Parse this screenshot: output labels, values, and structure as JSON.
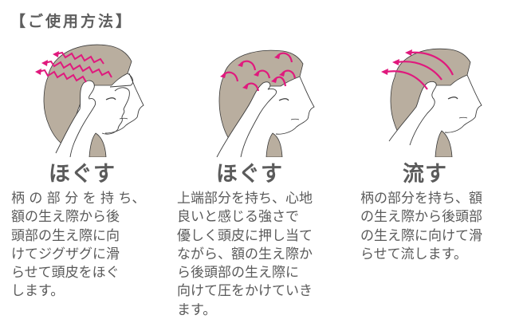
{
  "page": {
    "title": "【ご使用方法】"
  },
  "colors": {
    "text": "#5a5a5a",
    "hair": "#b9ae9f",
    "arrow": "#e0197d",
    "line": "#3a3a3a"
  },
  "steps": [
    {
      "heading": "ほぐす",
      "illustration": "head-zigzag-arrows",
      "description": "柄 の 部 分 を 持 ち、\n額の生え際から後\n頭部の生え際に向\nけてジグザグに滑\nらせて頭皮をほぐ\nします。"
    },
    {
      "heading": "ほぐす",
      "illustration": "head-circular-arrows",
      "description": "上端部分を持ち、心地\n良いと感じる強さで\n優しく頭皮に押し当て\nながら、額の生え際か\nら後頭部の生え際に\n向けて圧をかけていき\nます。"
    },
    {
      "heading": "流す",
      "illustration": "head-sweep-arrows",
      "description": "柄の部分を持ち、額\nの生え際から後頭部\nの生え際に向けて滑\nらせて流します。"
    }
  ]
}
